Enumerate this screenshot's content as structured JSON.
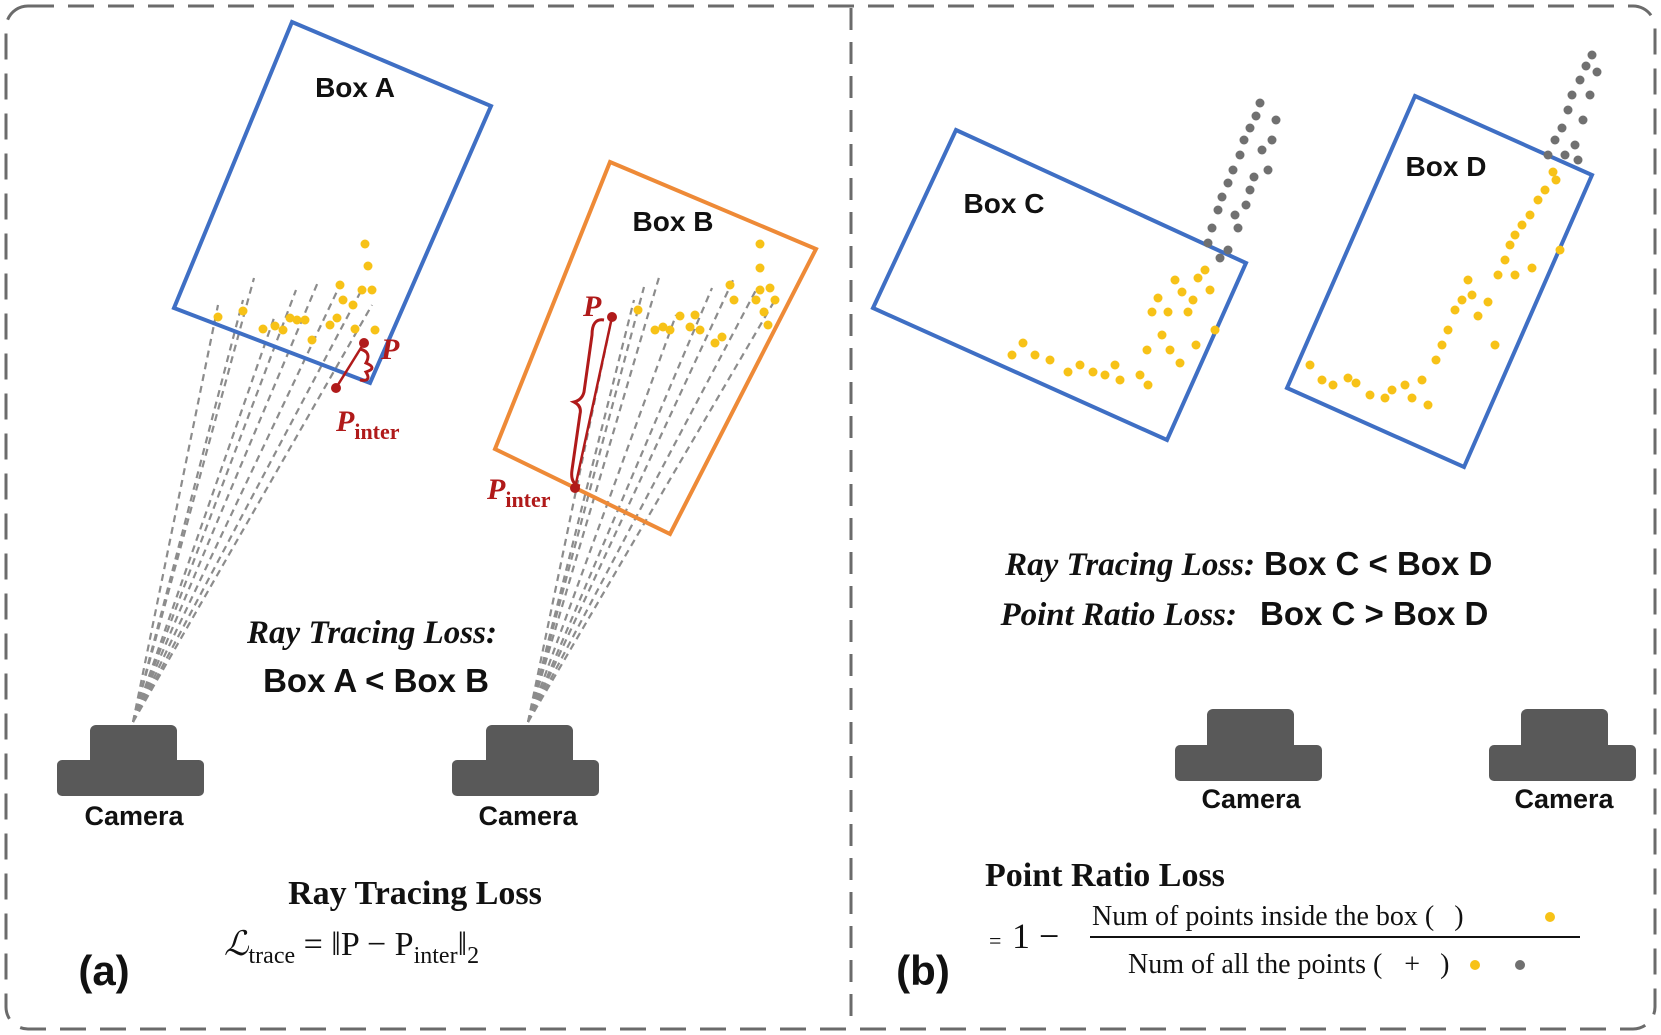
{
  "colors": {
    "blue_box": "#3f6fc4",
    "orange_box": "#ee8a37",
    "yellow_point": "#f7c217",
    "gray_point": "#707070",
    "ray": "#8c8c8c",
    "red_annotation": "#b01a1a",
    "camera": "#595959",
    "frame_dash": "#6b6b6b"
  },
  "panel_a": {
    "label": "(a)",
    "box_a": "Box A",
    "box_b": "Box B",
    "p_label": "P",
    "p_inter_main": "P",
    "p_inter_sub": "inter",
    "statement_title": "Ray Tracing Loss:",
    "statement_text": "Box A < Box B",
    "camera_label": "Camera",
    "formula_title": "Ray Tracing Loss",
    "formula": {
      "lhs": "ℒ",
      "lhs_sub": "trace",
      "eq": " = ‖P − P",
      "p_sub": "inter",
      "close": "‖",
      "norm_sub": "2"
    }
  },
  "panel_b": {
    "label": "(b)",
    "box_c": "Box C",
    "box_d": "Box D",
    "line1_title": "Ray Tracing Loss:",
    "line1_text": "Box C < Box D",
    "line2_title": "Point Ratio Loss:",
    "line2_text": "Box C > Box D",
    "camera_label": "Camera",
    "formula_title": "Point Ratio Loss",
    "formula_eq": "=",
    "formula_one_minus": "1 −",
    "numerator": "Num of points inside the box (",
    "numerator_close": ")",
    "denominator": "Num of all the points (",
    "denominator_plus": "+",
    "denominator_close": ")"
  }
}
